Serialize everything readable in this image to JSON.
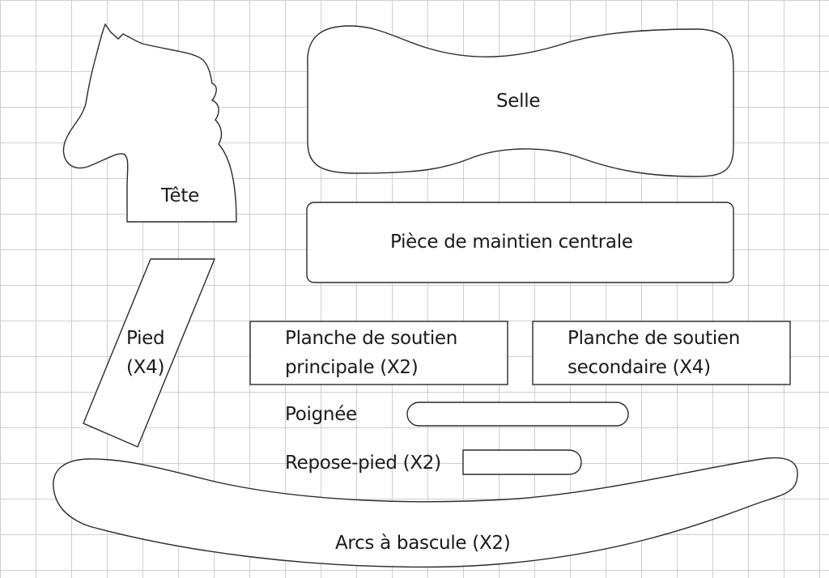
{
  "diagram": {
    "grid_color": "#cfcfcf",
    "outline_color": "#2a2a2a",
    "pieces": {
      "tete": {
        "label": "Tête"
      },
      "selle": {
        "label": "Selle"
      },
      "piece_centrale": {
        "label": "Pièce de maintien centrale"
      },
      "pied": {
        "label_line1": "Pied",
        "label_line2": "(X4)"
      },
      "planche_principale": {
        "label_line1": "Planche de soutien",
        "label_line2": "principale (X2)"
      },
      "planche_secondaire": {
        "label_line1": "Planche de soutien",
        "label_line2": "secondaire (X4)"
      },
      "poignee": {
        "label": "Poignée"
      },
      "repose_pied": {
        "label": "Repose-pied (X2)"
      },
      "arcs": {
        "label": "Arcs à bascule (X2)"
      }
    }
  }
}
